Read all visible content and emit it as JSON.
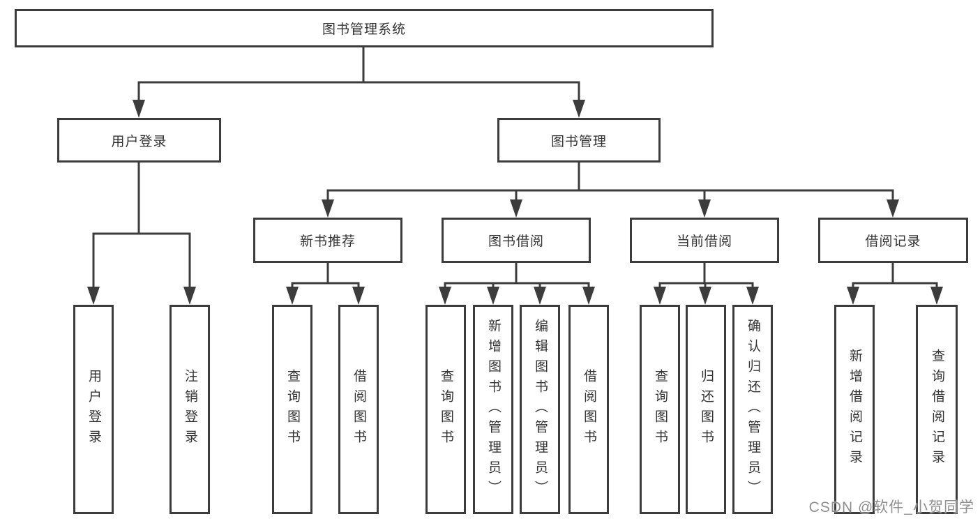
{
  "diagram": {
    "root": {
      "label": "图书管理系统"
    },
    "level2": [
      {
        "label": "用户登录"
      },
      {
        "label": "图书管理"
      }
    ],
    "level3": [
      {
        "label": "新书推荐",
        "parent": "图书管理"
      },
      {
        "label": "图书借阅",
        "parent": "图书管理"
      },
      {
        "label": "当前借阅",
        "parent": "图书管理"
      },
      {
        "label": "借阅记录",
        "parent": "图书管理"
      }
    ],
    "leaves": [
      {
        "label": "用户登录",
        "parent": "用户登录"
      },
      {
        "label": "注销登录",
        "parent": "用户登录"
      },
      {
        "label": "查询图书",
        "parent": "新书推荐"
      },
      {
        "label": "借阅图书",
        "parent": "新书推荐"
      },
      {
        "label": "查询图书",
        "parent": "图书借阅"
      },
      {
        "label": "新增图书（管理员）",
        "parent": "图书借阅"
      },
      {
        "label": "编辑图书（管理员）",
        "parent": "图书借阅"
      },
      {
        "label": "借阅图书",
        "parent": "图书借阅"
      },
      {
        "label": "查询图书",
        "parent": "当前借阅"
      },
      {
        "label": "归还图书",
        "parent": "当前借阅"
      },
      {
        "label": "确认归还（管理员）",
        "parent": "当前借阅"
      },
      {
        "label": "新增借阅记录",
        "parent": "借阅记录"
      },
      {
        "label": "查询借阅记录",
        "parent": "借阅记录"
      }
    ]
  },
  "colors": {
    "line": "#3c3c3c",
    "text": "#333333",
    "background": "#ffffff",
    "watermark": "#8f8f8f"
  },
  "watermark": {
    "text": "CSDN @软件_小贺同学"
  }
}
